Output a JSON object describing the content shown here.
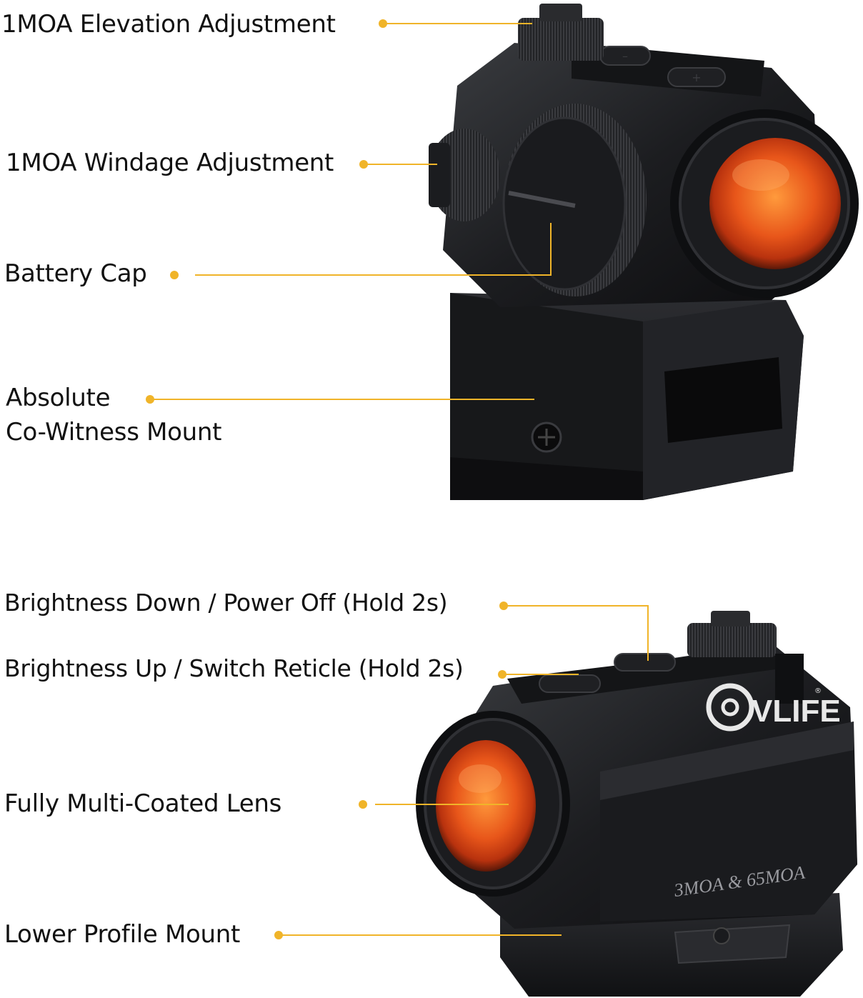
{
  "accent_color": "#f0b429",
  "product_1": {
    "callouts": [
      {
        "label": "1MOA Elevation Adjustment"
      },
      {
        "label": "1MOA Windage Adjustment"
      },
      {
        "label": "Battery Cap"
      },
      {
        "label_line1": "Absolute",
        "label_line2": "Co-Witness Mount"
      }
    ]
  },
  "product_2": {
    "callouts": [
      {
        "label": "Brightness Down / Power Off (Hold 2s)"
      },
      {
        "label": "Brightness Up / Switch Reticle (Hold 2s)"
      },
      {
        "label": "Fully Multi-Coated Lens"
      },
      {
        "label": "Lower Profile Mount"
      }
    ],
    "brand_logo_text": "VLIFE",
    "body_engraving": "3MOA & 65MOA"
  }
}
